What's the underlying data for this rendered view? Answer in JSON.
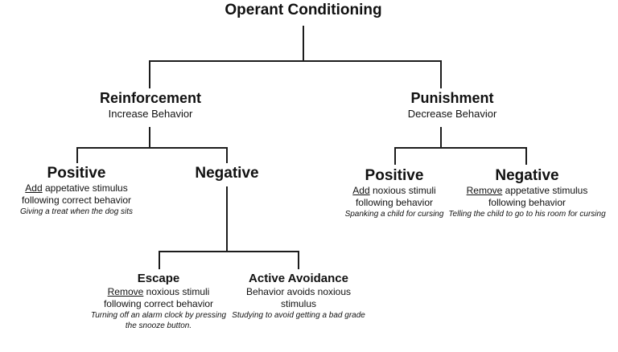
{
  "diagram": {
    "title": "Operant Conditioning",
    "reinforcement": {
      "label": "Reinforcement",
      "subtitle": "Increase Behavior"
    },
    "punishment": {
      "label": "Punishment",
      "subtitle": "Decrease Behavior"
    },
    "reinforcement_positive": {
      "label": "Positive",
      "underline_word": "Add",
      "line1_rest": " appetative stimulus",
      "line2": "following correct behavior",
      "example": "Giving a treat when the dog sits"
    },
    "reinforcement_negative": {
      "label": "Negative"
    },
    "punishment_positive": {
      "label": "Positive",
      "underline_word": "Add",
      "line1_rest": " noxious stimuli",
      "line2": "following behavior",
      "example": "Spanking a child for cursing"
    },
    "punishment_negative": {
      "label": "Negative",
      "underline_word": "Remove",
      "line1_rest": " appetative stimulus",
      "line2": "following behavior",
      "example": "Telling the child to go to his room for cursing"
    },
    "escape": {
      "label": "Escape",
      "underline_word": "Remove",
      "line1_rest": " noxious stimuli",
      "line2": "following correct behavior",
      "example_line1": "Turning off an alarm clock by pressing",
      "example_line2": "the snooze button."
    },
    "active_avoidance": {
      "label": "Active Avoidance",
      "line1": "Behavior avoids noxious",
      "line2": "stimulus",
      "example": "Studying to avoid getting a bad grade"
    }
  }
}
